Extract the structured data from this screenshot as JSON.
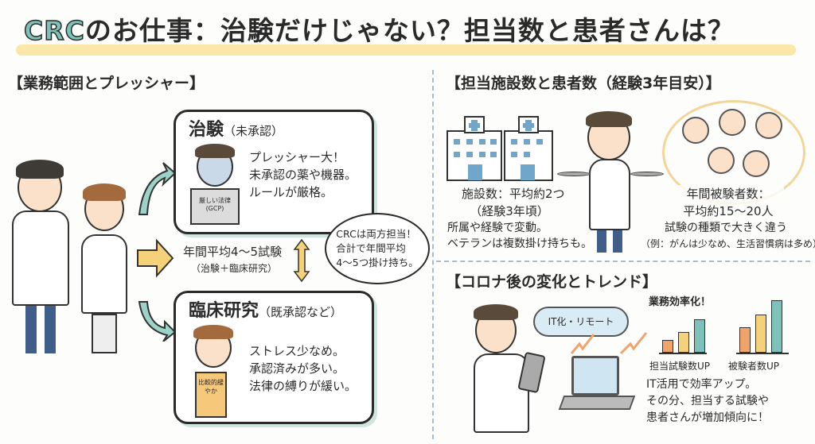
{
  "title": {
    "crc": "CRC",
    "rest": "のお仕事：治験だけじゃない？担当数と患者さんは？"
  },
  "left": {
    "heading": "【業務範囲とプレッシャー】",
    "trial_box": {
      "title": "治験",
      "title_sub": "（未承認）",
      "lines": [
        "プレッシャー大！",
        "未承認の薬や機器。",
        "ルールが厳格。"
      ],
      "book_label": "厳しい法律(GCP)"
    },
    "middle": {
      "line1": "年間平均4〜5試験",
      "line2": "（治験＋臨床研究）"
    },
    "bubble": {
      "lines": [
        "CRCは両方担当！",
        "合計で年間平均",
        "4〜5つ掛け持ち。"
      ]
    },
    "research_box": {
      "title": "臨床研究",
      "title_sub": "（既承認など）",
      "lines": [
        "ストレス少なめ。",
        "承認済みが多い。",
        "法律の縛りが緩い。"
      ],
      "book_label": "比較的緩やか"
    }
  },
  "facilities": {
    "heading": "【担当施設数と患者数（経験3年目安）】",
    "facility_lines": [
      "施設数：平均約2つ",
      "（経験3年頃）"
    ],
    "facility_note": [
      "所属や経験で変動。",
      "ベテランは複数掛け持ちも。"
    ],
    "patient_lines": [
      "年間被験者数：",
      "平均約15〜20人"
    ],
    "patient_note": [
      "試験の種類で大きく違う",
      "（例：がんは少なめ、生活習慣病は多め）。"
    ]
  },
  "trend": {
    "heading": "【コロナ後の変化とトレンド】",
    "cloud_label": "IT化・リモート",
    "efficiency_label": "業務効率化！",
    "chart1_label": "担当試験数UP",
    "chart2_label": "被験者数UP",
    "lines": [
      "IT活用で効率アップ。",
      "その分、担当する試験や",
      "患者さんが増加傾向に！"
    ]
  },
  "colors": {
    "teal": "#7cc2b8",
    "yellow": "#f5d27a",
    "orange": "#f0a36b",
    "divider": "#a9bccb"
  }
}
